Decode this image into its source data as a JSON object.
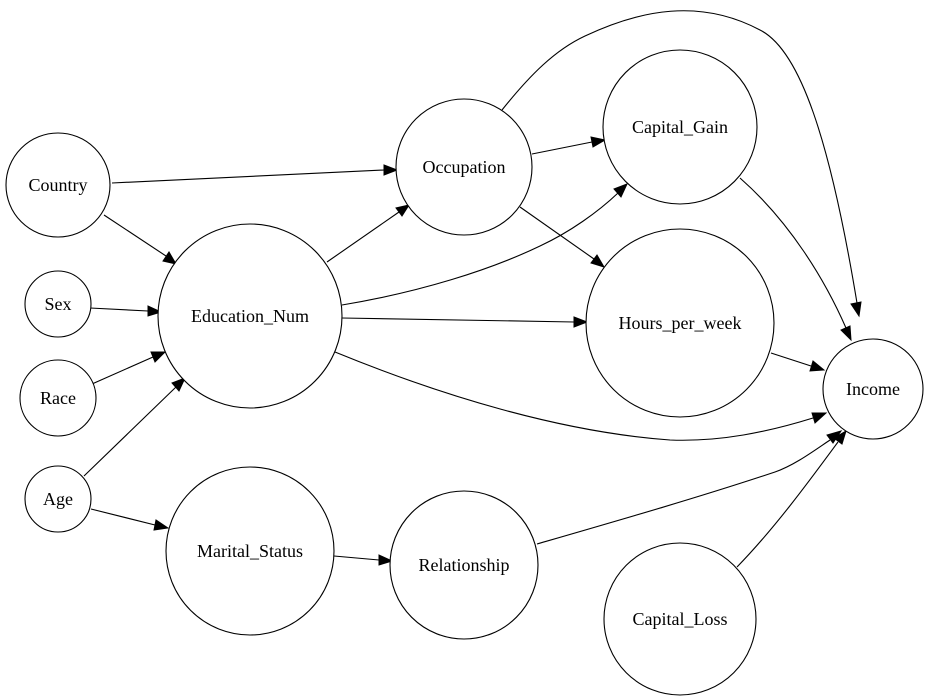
{
  "diagram": {
    "nodes": [
      {
        "id": "country",
        "label": "Country"
      },
      {
        "id": "sex",
        "label": "Sex"
      },
      {
        "id": "race",
        "label": "Race"
      },
      {
        "id": "age",
        "label": "Age"
      },
      {
        "id": "education_num",
        "label": "Education_Num"
      },
      {
        "id": "marital_status",
        "label": "Marital_Status"
      },
      {
        "id": "occupation",
        "label": "Occupation"
      },
      {
        "id": "relationship",
        "label": "Relationship"
      },
      {
        "id": "capital_gain",
        "label": "Capital_Gain"
      },
      {
        "id": "hours_per_week",
        "label": "Hours_per_week"
      },
      {
        "id": "capital_loss",
        "label": "Capital_Loss"
      },
      {
        "id": "income",
        "label": "Income"
      }
    ],
    "edges": [
      {
        "from": "country",
        "to": "occupation"
      },
      {
        "from": "country",
        "to": "education_num"
      },
      {
        "from": "sex",
        "to": "education_num"
      },
      {
        "from": "race",
        "to": "education_num"
      },
      {
        "from": "age",
        "to": "education_num"
      },
      {
        "from": "age",
        "to": "marital_status"
      },
      {
        "from": "education_num",
        "to": "occupation"
      },
      {
        "from": "education_num",
        "to": "capital_gain"
      },
      {
        "from": "education_num",
        "to": "hours_per_week"
      },
      {
        "from": "education_num",
        "to": "income"
      },
      {
        "from": "occupation",
        "to": "capital_gain"
      },
      {
        "from": "occupation",
        "to": "hours_per_week"
      },
      {
        "from": "occupation",
        "to": "income"
      },
      {
        "from": "marital_status",
        "to": "relationship"
      },
      {
        "from": "relationship",
        "to": "income"
      },
      {
        "from": "capital_gain",
        "to": "income"
      },
      {
        "from": "hours_per_week",
        "to": "income"
      },
      {
        "from": "capital_loss",
        "to": "income"
      }
    ]
  }
}
